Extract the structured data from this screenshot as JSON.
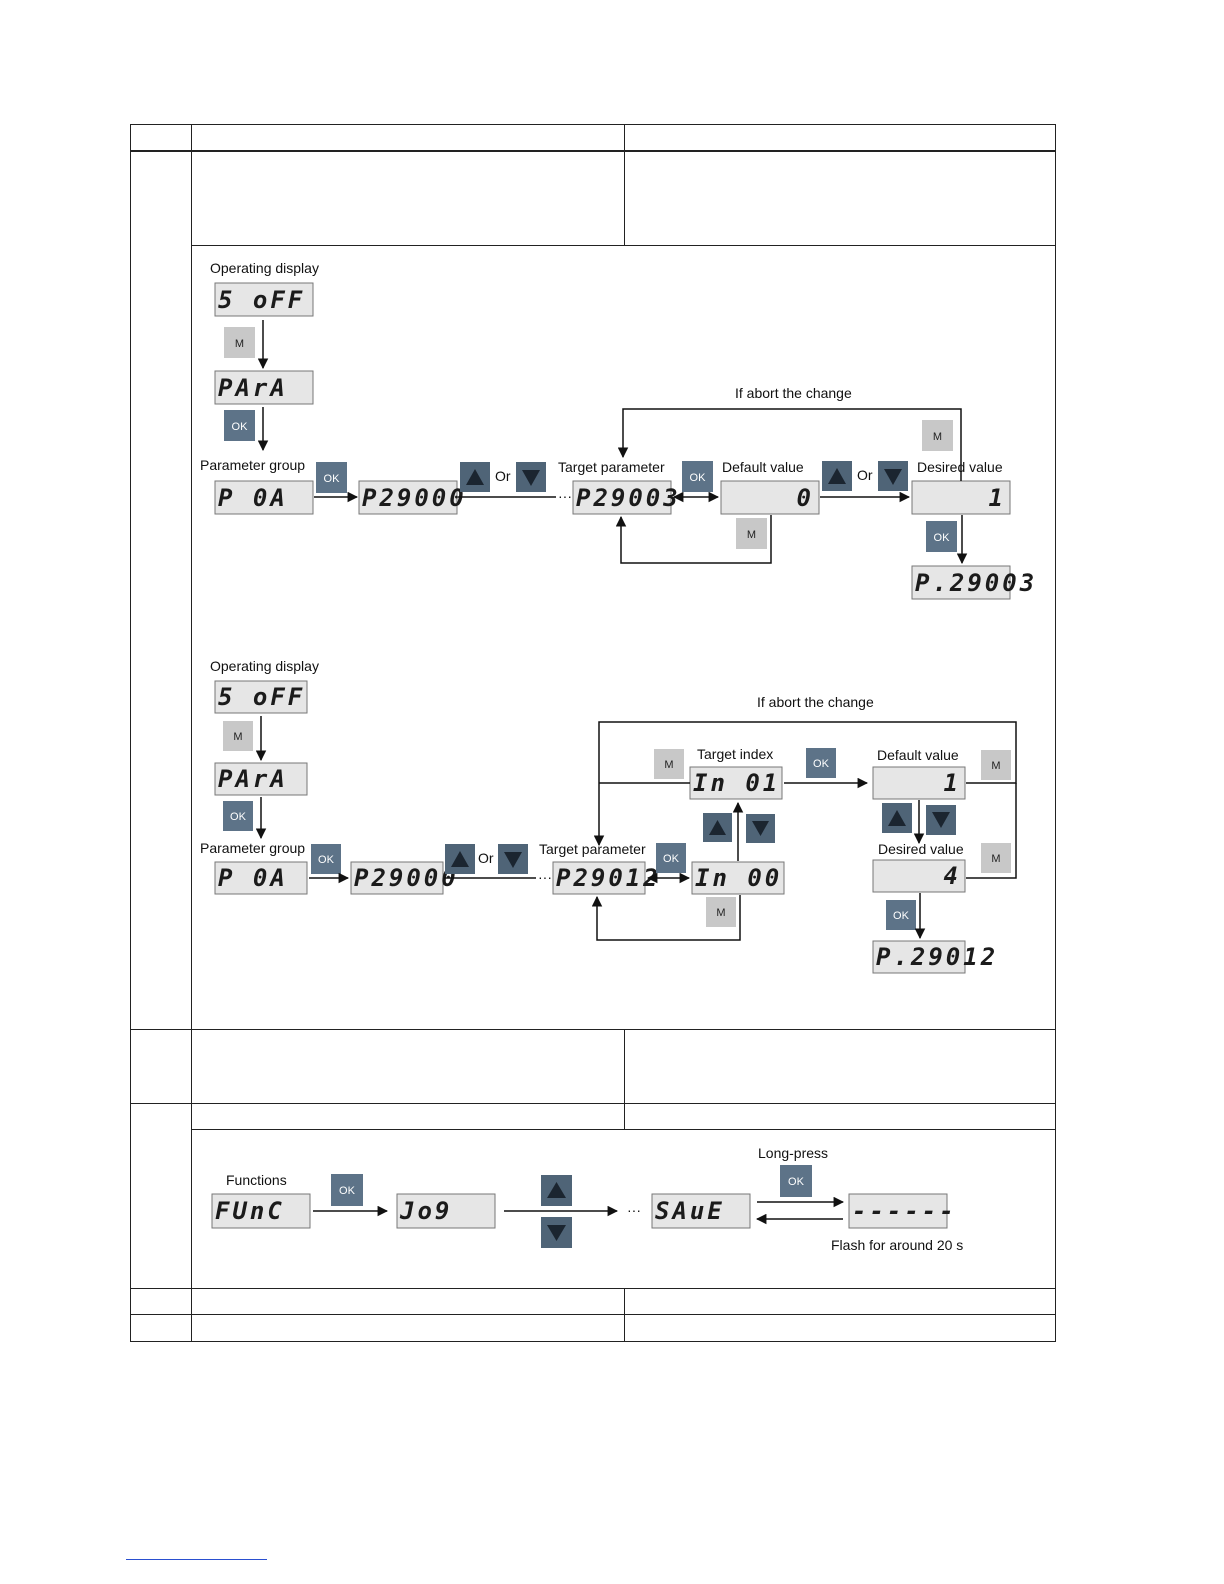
{
  "diagram1": {
    "operating_display_label": "Operating display",
    "lcd_operating": "5   oFF",
    "lcd_para": "PArA",
    "parameter_group_label": "Parameter group",
    "lcd_group": "P    0A",
    "lcd_p29000": "P29000",
    "or_label_1": "Or",
    "ellipsis": "···",
    "target_parameter_label": "Target parameter",
    "lcd_target": "P29003",
    "default_value_label": "Default value",
    "lcd_default": "0",
    "or_label_2": "Or",
    "desired_value_label": "Desired value",
    "lcd_desired": "1",
    "lcd_result": "P.29003",
    "abort_label": "If abort the change",
    "key_m": "M",
    "key_ok": "OK"
  },
  "diagram2": {
    "operating_display_label": "Operating display",
    "lcd_operating": "5   oFF",
    "lcd_para": "PArA",
    "parameter_group_label": "Parameter group",
    "lcd_group": "P    0A",
    "lcd_p29000": "P29000",
    "or_label": "Or",
    "ellipsis": "···",
    "target_parameter_label": "Target parameter",
    "lcd_target": "P29012",
    "lcd_index0": "In   00",
    "target_index_label": "Target index",
    "lcd_index1": "In   01",
    "default_value_label": "Default value",
    "lcd_default": "1",
    "desired_value_label": "Desired value",
    "lcd_desired": "4",
    "lcd_result": "P.29012",
    "abort_label": "If abort the change",
    "key_m": "M",
    "key_ok": "OK"
  },
  "diagram3": {
    "functions_label": "Functions",
    "lcd_func": "FUnC",
    "lcd_jog": "Jo9",
    "ellipsis": "···",
    "lcd_save": "SAuE",
    "long_press_label": "Long-press",
    "lcd_flash": "------",
    "flash_label": "Flash for around 20 s",
    "key_ok": "OK"
  },
  "colors": {
    "lcd_fill": "#e6e6e6",
    "key_m_fill": "#c8c8c8",
    "key_ok_fill": "#5d7388",
    "arrow_key_fill": "#4f6477",
    "line": "#111111"
  }
}
